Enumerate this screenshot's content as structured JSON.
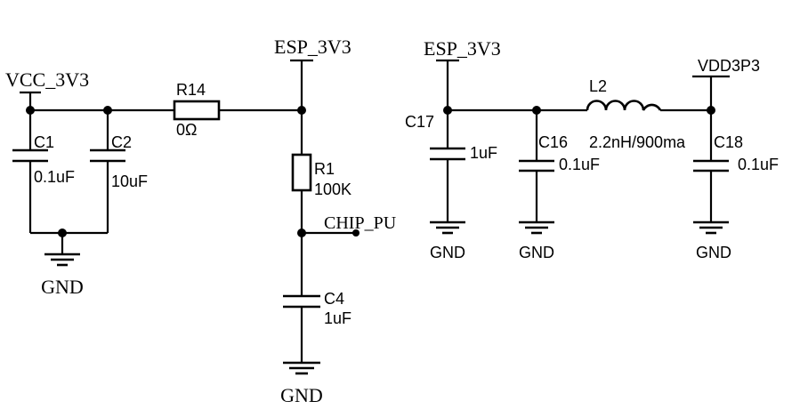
{
  "nets": {
    "vcc_3v3": "VCC_3V3",
    "esp_3v3_left": "ESP_3V3",
    "esp_3v3_right": "ESP_3V3",
    "vdd3p3": "VDD3P3",
    "chip_pu": "CHIP_PU",
    "gnd": "GND"
  },
  "components": {
    "c1": {
      "ref": "C1",
      "value": "0.1uF"
    },
    "c2": {
      "ref": "C2",
      "value": "10uF"
    },
    "r14": {
      "ref": "R14",
      "value": "0Ω"
    },
    "r1": {
      "ref": "R1",
      "value": "100K"
    },
    "c4": {
      "ref": "C4",
      "value": "1uF"
    },
    "c17": {
      "ref": "C17",
      "value": "1uF"
    },
    "c16": {
      "ref": "C16",
      "value": "0.1uF"
    },
    "l2": {
      "ref": "L2",
      "value": "2.2nH/900ma"
    },
    "c18": {
      "ref": "C18",
      "value": "0.1uF"
    }
  },
  "ground_labels": [
    "GND",
    "GND",
    "GND",
    "GND",
    "GND"
  ]
}
